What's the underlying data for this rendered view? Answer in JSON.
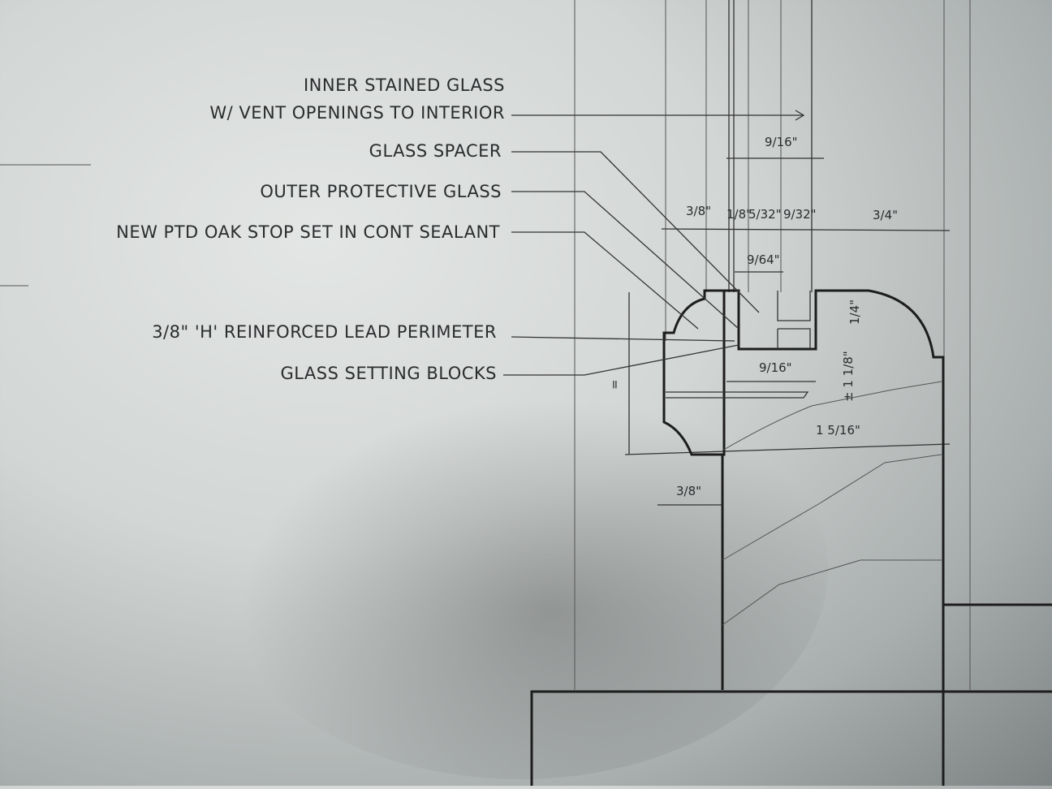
{
  "callouts": [
    "INNER STAINED GLASS",
    "W/ VENT OPENINGS TO INTERIOR",
    "GLASS SPACER",
    "OUTER PROTECTIVE GLASS",
    "NEW PTD OAK STOP SET IN CONT SEALANT",
    "3/8\" 'H' REINFORCED LEAD PERIMETER",
    "GLASS SETTING BLOCKS"
  ],
  "dimensions": {
    "top_overall": "9/16\"",
    "stop": "3/8\"",
    "outer_glass": "1/8\"",
    "spacer": "5/32\"",
    "inner_glass": "9/32\"",
    "right": "3/4\"",
    "gap": "9/64\"",
    "rabbet": "9/16\"",
    "quarter": "1/4\"",
    "height": "± 1 1/8\"",
    "sill": "1 5/16\"",
    "bottom": "3/8\"",
    "equal": "="
  }
}
